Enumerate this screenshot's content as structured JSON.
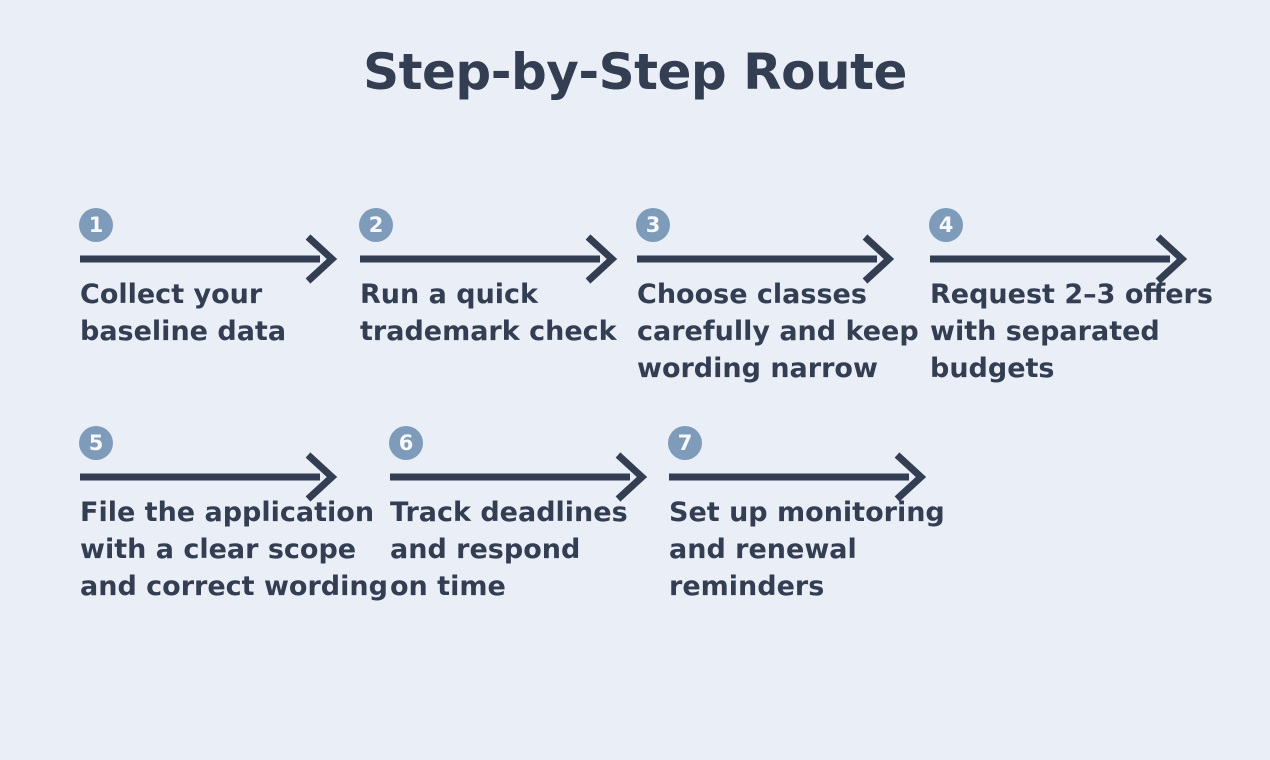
{
  "title": "Step-by-Step Route",
  "colors": {
    "background": "#EAEEF7",
    "ink": "#333E52",
    "badge": "#7E9BB9",
    "badge_text": "#F5F8FC"
  },
  "steps": [
    {
      "number": "1",
      "label": "Collect your\nbaseline data"
    },
    {
      "number": "2",
      "label": "Run a quick\ntrademark check"
    },
    {
      "number": "3",
      "label": "Choose classes\ncarefully and keep\nwording narrow"
    },
    {
      "number": "4",
      "label": "Request 2–3 offers\nwith separated\nbudgets"
    },
    {
      "number": "5",
      "label": "File the application\nwith a clear scope\nand correct wording"
    },
    {
      "number": "6",
      "label": "Track deadlines\nand respond\non time"
    },
    {
      "number": "7",
      "label": "Set up monitoring\nand renewal\nreminders"
    }
  ]
}
